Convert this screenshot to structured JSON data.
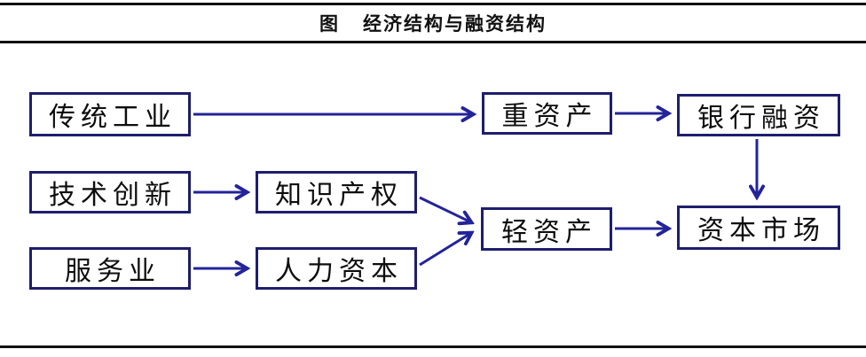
{
  "header": {
    "figure_label": "图",
    "title": "经济结构与融资结构"
  },
  "diagram": {
    "nodes": [
      {
        "id": "traditional-industry",
        "label": "传统工业"
      },
      {
        "id": "tech-innovation",
        "label": "技术创新"
      },
      {
        "id": "service-industry",
        "label": "服务业"
      },
      {
        "id": "intellectual-property",
        "label": "知识产权"
      },
      {
        "id": "human-capital",
        "label": "人力资本"
      },
      {
        "id": "heavy-assets",
        "label": "重资产"
      },
      {
        "id": "light-assets",
        "label": "轻资产"
      },
      {
        "id": "bank-financing",
        "label": "银行融资"
      },
      {
        "id": "capital-market",
        "label": "资本市场"
      }
    ],
    "edges": [
      {
        "from": "传统工业",
        "to": "重资产"
      },
      {
        "from": "技术创新",
        "to": "知识产权"
      },
      {
        "from": "服务业",
        "to": "人力资本"
      },
      {
        "from": "知识产权",
        "to": "轻资产"
      },
      {
        "from": "人力资本",
        "to": "轻资产"
      },
      {
        "from": "重资产",
        "to": "银行融资"
      },
      {
        "from": "轻资产",
        "to": "资本市场"
      },
      {
        "from": "银行融资",
        "to": "资本市场"
      }
    ],
    "colors": {
      "box_border": "#1e1e6e",
      "arrow": "#23239b",
      "text": "#0d0d0d",
      "rule": "#111111"
    }
  }
}
